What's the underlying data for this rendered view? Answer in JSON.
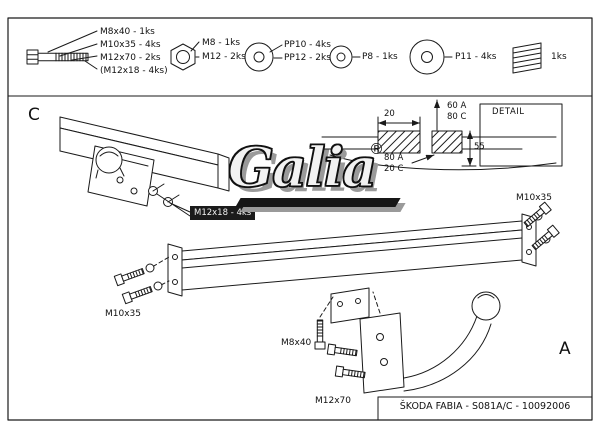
{
  "legend": {
    "bolts": {
      "labels": [
        "M8x40 - 1ks",
        "M10x35 - 4ks",
        "M12x70 - 2ks",
        "(M12x18 - 4ks)"
      ]
    },
    "nuts": {
      "labels": [
        "M8 - 1ks",
        "M12 - 2ks"
      ]
    },
    "washers_pp": {
      "labels": [
        "PP10 - 4ks",
        "PP12 - 2ks"
      ]
    },
    "washer_p8": {
      "label": "P8 - 1ks"
    },
    "washer_p11": {
      "label": "P11 - 4ks"
    },
    "spring": {
      "label": "1ks"
    }
  },
  "views": {
    "c": "C",
    "a": "A"
  },
  "logo": {
    "name": "Galia",
    "registered": "®"
  },
  "detail": {
    "title": "DETAIL",
    "dims": {
      "top_width": "20",
      "a_top": "60 A",
      "c_top": "80 C",
      "height": "55",
      "a_bottom": "80 A",
      "c_bottom": "20 C"
    }
  },
  "callouts": {
    "m12x18": "M12x18 - 4ks",
    "m10x35_right": "M10x35",
    "m10x35_left": "M10x35",
    "m8x40": "M8x40",
    "m12x70": "M12x70"
  },
  "footer": {
    "title": "ŠKODA FABIA - S081A/C - 10092006"
  }
}
